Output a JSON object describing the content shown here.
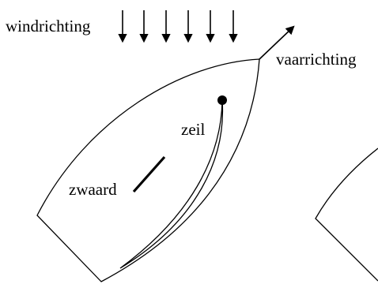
{
  "labels": {
    "wind_direction": "windrichting",
    "sailing_direction": "vaarrichting",
    "sail": "zeil",
    "centerboard": "zwaard"
  },
  "colors": {
    "ink": "#000000",
    "background": "#ffffff"
  },
  "wind_arrow_count": 6
}
